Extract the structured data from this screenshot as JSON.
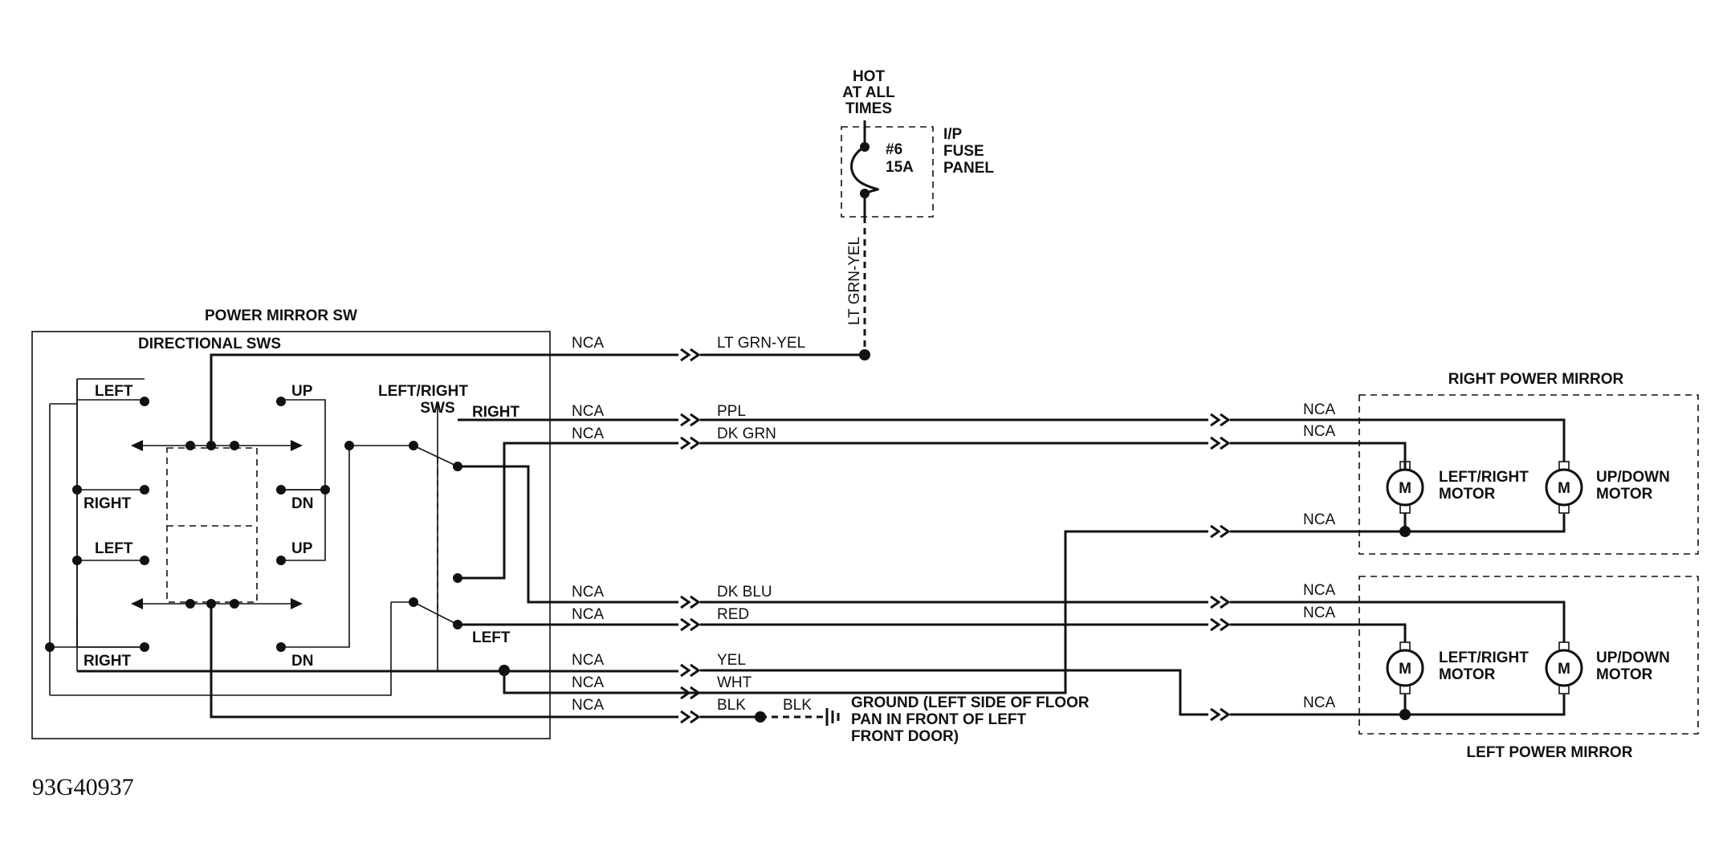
{
  "figure_id": "93G40937",
  "power_mirror_sw": {
    "title": "POWER MIRROR SW",
    "directional_title": "DIRECTIONAL SWS"
  },
  "directional_labels": {
    "left1": "LEFT",
    "up1": "UP",
    "right1": "RIGHT",
    "dn1": "DN",
    "left2": "LEFT",
    "up2": "UP",
    "right2": "RIGHT",
    "dn2": "DN"
  },
  "lr_switch": {
    "title_line1": "LEFT/RIGHT",
    "title_line2": "SWS",
    "right_label": "RIGHT",
    "left_label": "LEFT"
  },
  "fuse": {
    "hot_line1": "HOT",
    "hot_line2": "AT ALL",
    "hot_line3": "TIMES",
    "number": "#6",
    "rating": "15A",
    "panel_line1": "I/P",
    "panel_line2": "FUSE",
    "panel_line3": "PANEL"
  },
  "feed_wire_label": "LT GRN-YEL",
  "wires": {
    "w1": {
      "left": "NCA",
      "color": "LT GRN-YEL"
    },
    "w2": {
      "left": "NCA",
      "color": "PPL",
      "right": "NCA"
    },
    "w3": {
      "left": "NCA",
      "color": "DK GRN",
      "right": "NCA"
    },
    "w4": {
      "right": "NCA"
    },
    "w5": {
      "left": "NCA",
      "color": "DK BLU",
      "right": "NCA"
    },
    "w6": {
      "left": "NCA",
      "color": "RED",
      "right": "NCA"
    },
    "w7": {
      "left": "NCA",
      "color": "YEL"
    },
    "w8": {
      "left": "NCA",
      "color": "WHT"
    },
    "w9": {
      "left": "NCA",
      "color": "BLK",
      "ground_color": "BLK"
    },
    "w10": {
      "right": "NCA"
    }
  },
  "ground": {
    "line1": "GROUND (LEFT SIDE OF FLOOR",
    "line2": "PAN IN FRONT OF LEFT",
    "line3": "FRONT DOOR)"
  },
  "right_mirror": {
    "title": "RIGHT POWER MIRROR",
    "m1_line1": "LEFT/RIGHT",
    "m1_line2": "MOTOR",
    "m2_line1": "UP/DOWN",
    "m2_line2": "MOTOR",
    "motor_symbol": "M"
  },
  "left_mirror": {
    "title": "LEFT POWER MIRROR",
    "m1_line1": "LEFT/RIGHT",
    "m1_line2": "MOTOR",
    "m2_line1": "UP/DOWN",
    "m2_line2": "MOTOR",
    "motor_symbol": "M"
  }
}
